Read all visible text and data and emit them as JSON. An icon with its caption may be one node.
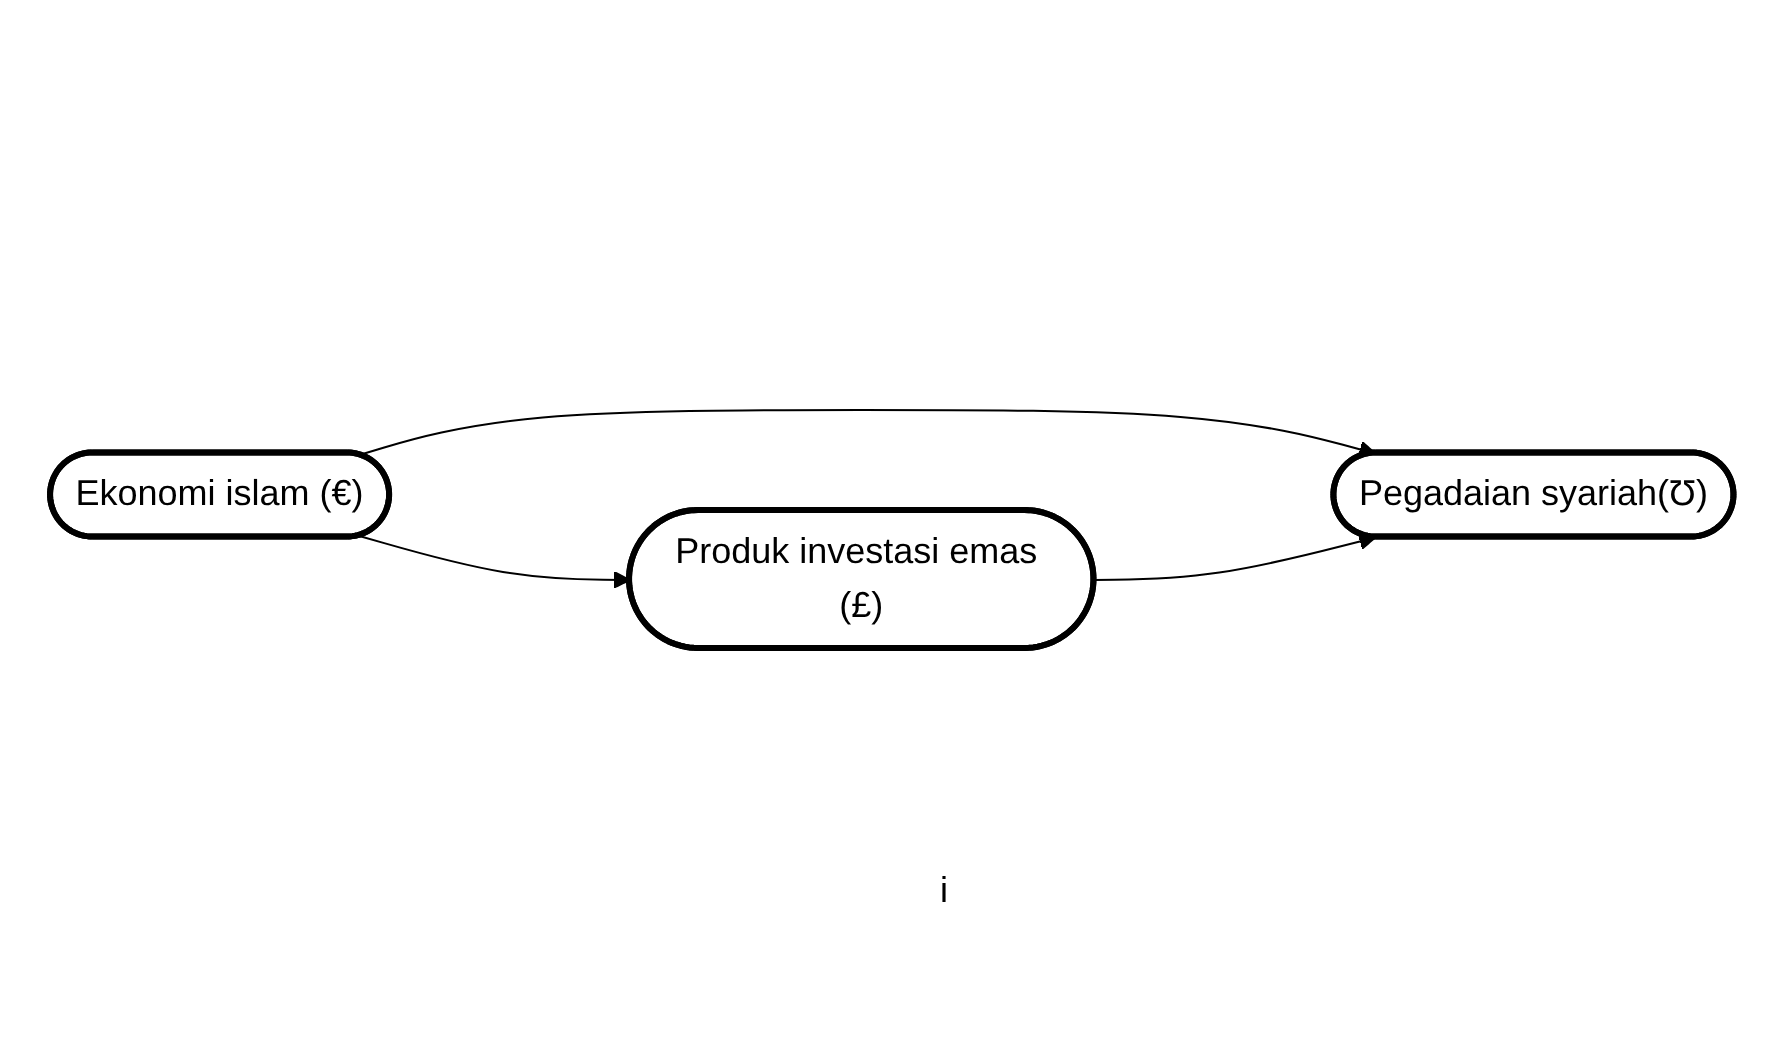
{
  "diagram": {
    "nodes": [
      {
        "text": [
          "Ekonomi islam (€)"
        ]
      },
      {
        "text": [
          "Produk investasi emas (£)"
        ]
      },
      {
        "text": [
          "Pegadaian syariah(Ʊ)"
        ]
      }
    ],
    "edges": [
      {
        "from": 0,
        "to": 1,
        "arrow": "to"
      },
      {
        "from": 0,
        "to": 2,
        "arrow": "to"
      },
      {
        "from": 1,
        "to": 2,
        "arrow": "to"
      }
    ],
    "labels": [
      "i"
    ]
  }
}
